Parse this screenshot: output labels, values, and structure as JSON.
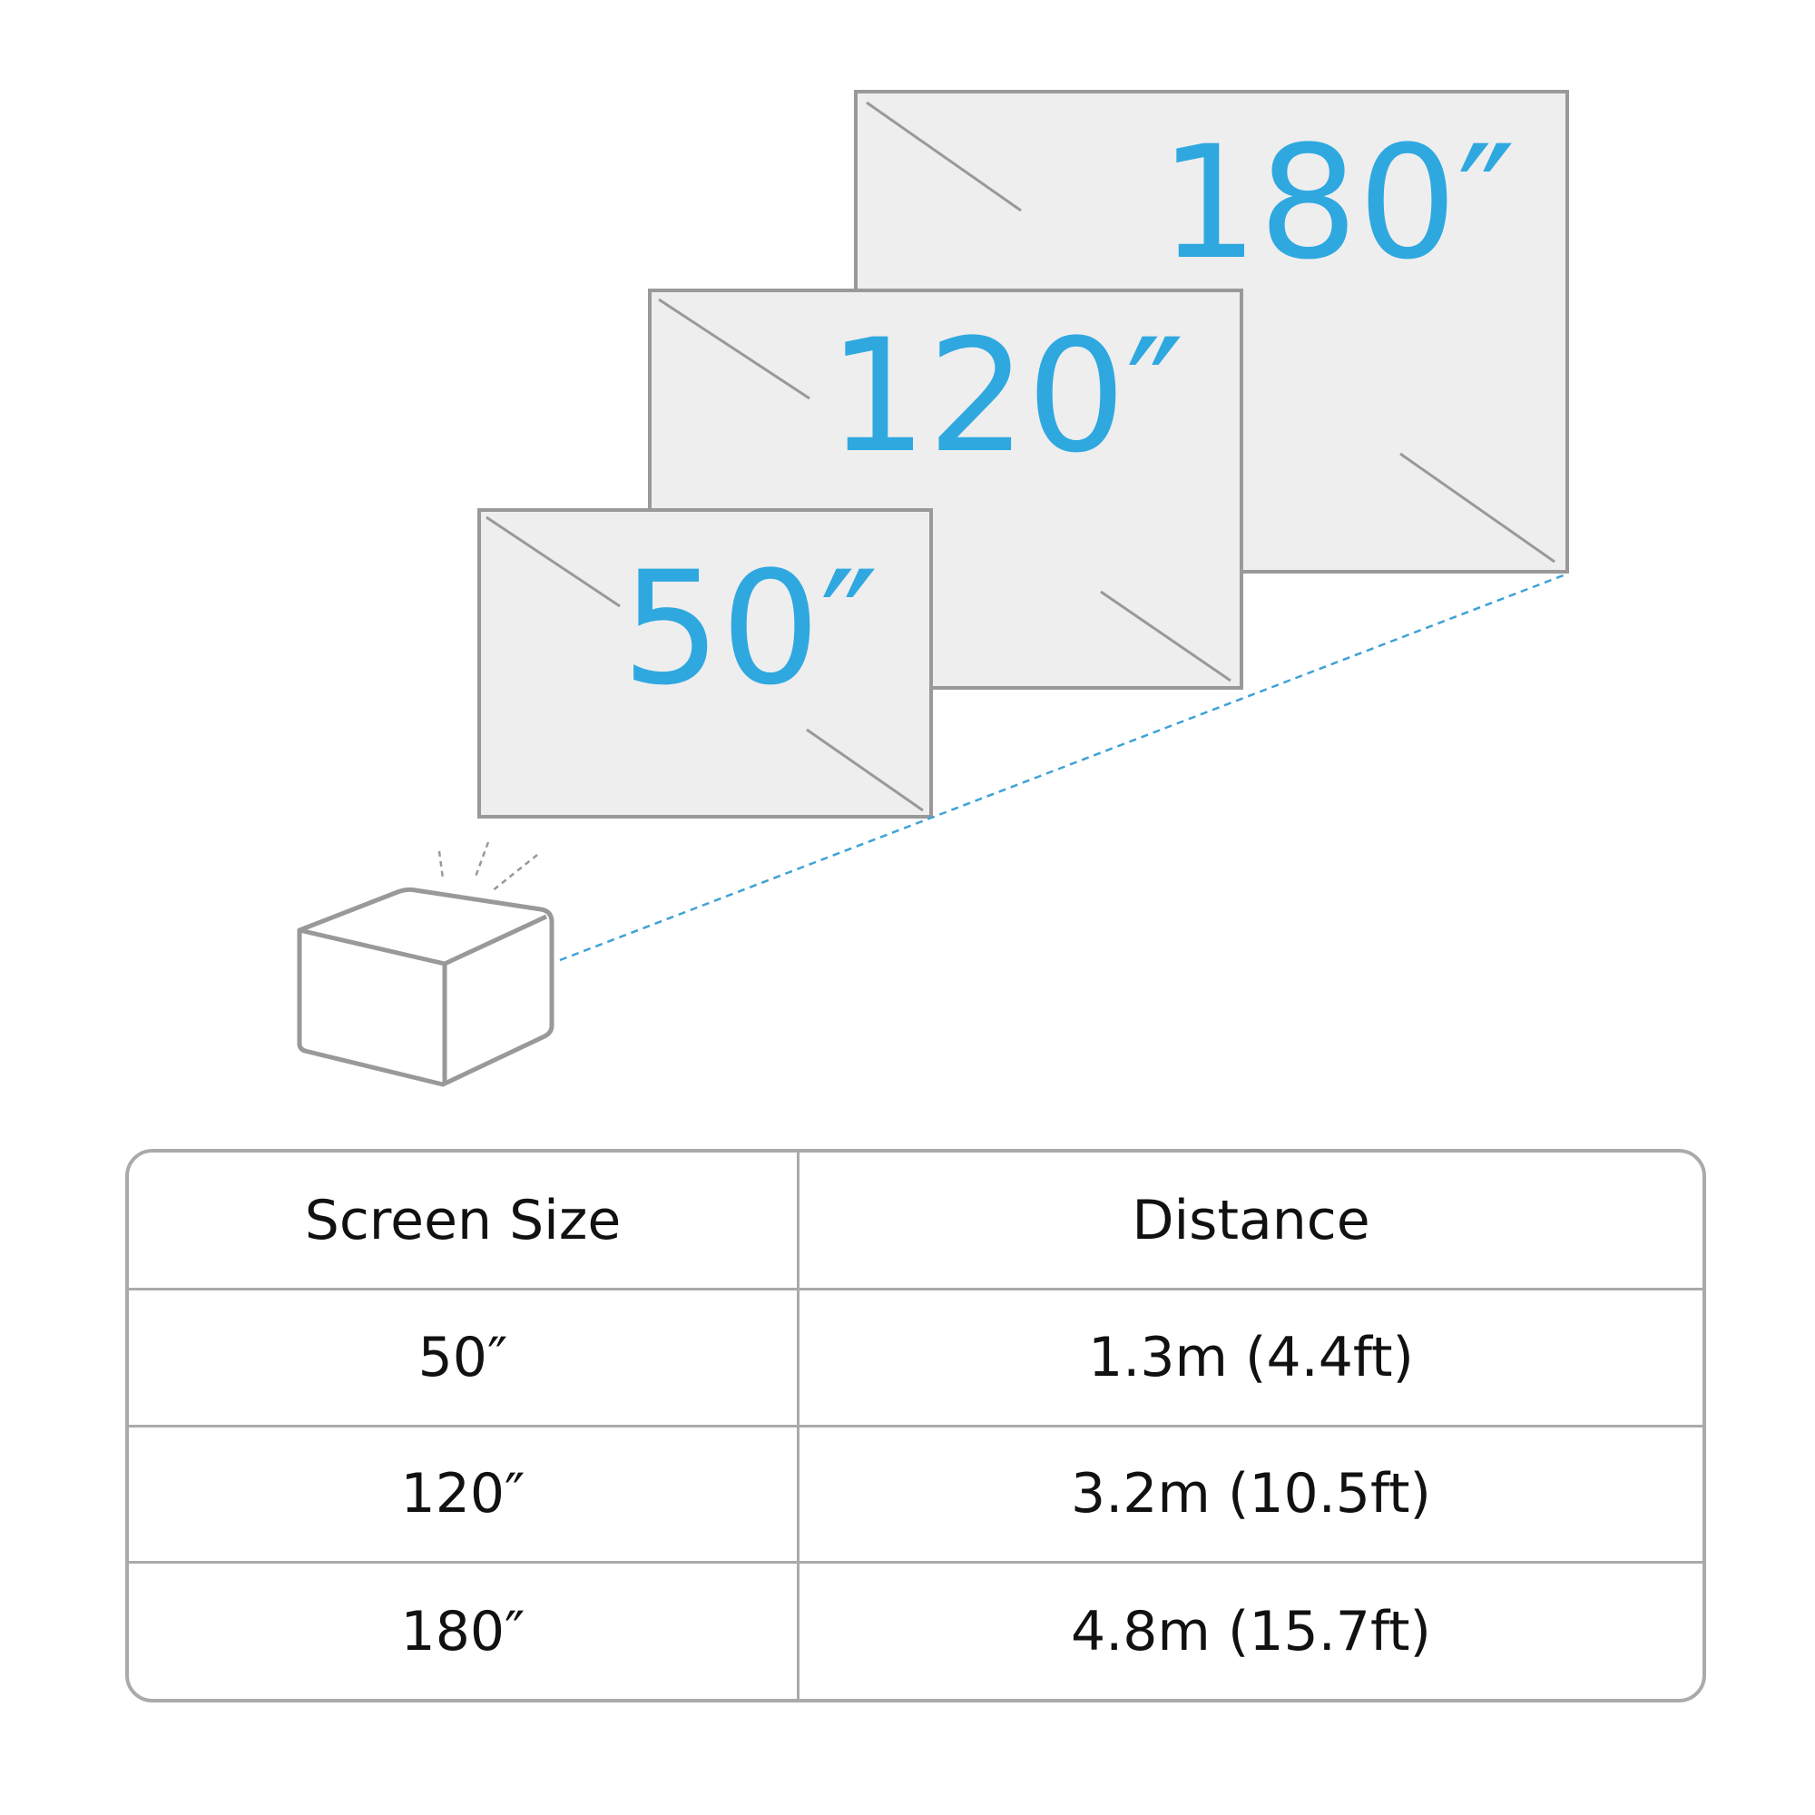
{
  "screens": [
    {
      "label": "180″"
    },
    {
      "label": "120″"
    },
    {
      "label": "50″"
    }
  ],
  "colors": {
    "accent": "#2fa8e0",
    "frame": "#999999",
    "screen_fill": "#eeeeee"
  },
  "icons": {
    "projector": "projector-icon"
  },
  "table": {
    "headers": [
      "Screen Size",
      "Distance"
    ],
    "rows": [
      [
        "50″",
        "1.3m (4.4ft)"
      ],
      [
        "120″",
        "3.2m (10.5ft)"
      ],
      [
        "180″",
        "4.8m (15.7ft)"
      ]
    ]
  }
}
